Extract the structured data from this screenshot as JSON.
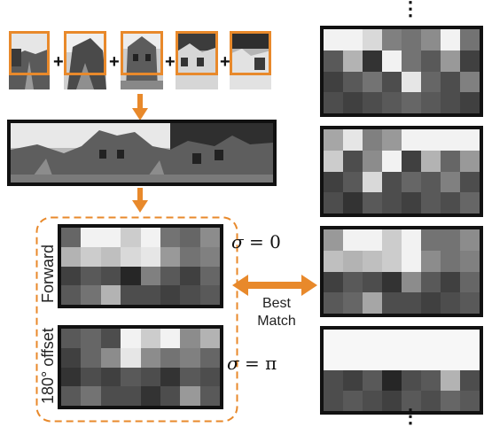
{
  "colors": {
    "accent": "#e8892b",
    "frame": "#111111"
  },
  "labels": {
    "forward": "Forward",
    "offset": "180° offset",
    "sigma_forward_symbol": "σ",
    "sigma_forward_rest": "= 0",
    "sigma_offset_symbol": "σ",
    "sigma_offset_rest": "= π",
    "best": "Best",
    "match": "Match",
    "plus": "+",
    "vdots": "⋮"
  },
  "forward_grid": [
    [
      0.4,
      0.95,
      0.95,
      0.8,
      0.95,
      0.45,
      0.4,
      0.55
    ],
    [
      0.7,
      0.8,
      0.75,
      0.85,
      0.9,
      0.6,
      0.45,
      0.5
    ],
    [
      0.25,
      0.35,
      0.3,
      0.15,
      0.5,
      0.35,
      0.25,
      0.4
    ],
    [
      0.35,
      0.45,
      0.7,
      0.3,
      0.3,
      0.25,
      0.3,
      0.35
    ]
  ],
  "offset_grid": [
    [
      0.35,
      0.4,
      0.3,
      0.95,
      0.8,
      0.95,
      0.55,
      0.7
    ],
    [
      0.25,
      0.4,
      0.55,
      0.9,
      0.55,
      0.45,
      0.5,
      0.4
    ],
    [
      0.2,
      0.3,
      0.25,
      0.35,
      0.3,
      0.2,
      0.35,
      0.3
    ],
    [
      0.35,
      0.45,
      0.3,
      0.3,
      0.2,
      0.3,
      0.6,
      0.35
    ]
  ],
  "database_grids": [
    [
      [
        0.95,
        0.95,
        0.85,
        0.5,
        0.45,
        0.55,
        0.95,
        0.45
      ],
      [
        0.35,
        0.7,
        0.2,
        0.95,
        0.45,
        0.35,
        0.6,
        0.25
      ],
      [
        0.25,
        0.35,
        0.45,
        0.3,
        0.9,
        0.4,
        0.3,
        0.5
      ],
      [
        0.3,
        0.25,
        0.3,
        0.35,
        0.4,
        0.35,
        0.3,
        0.25
      ]
    ],
    [
      [
        0.65,
        0.9,
        0.5,
        0.6,
        0.95,
        0.95,
        0.95,
        0.95
      ],
      [
        0.8,
        0.3,
        0.55,
        0.95,
        0.25,
        0.7,
        0.4,
        0.6
      ],
      [
        0.25,
        0.35,
        0.85,
        0.3,
        0.4,
        0.35,
        0.5,
        0.3
      ],
      [
        0.3,
        0.2,
        0.35,
        0.3,
        0.25,
        0.35,
        0.3,
        0.4
      ]
    ],
    [
      [
        0.6,
        0.95,
        0.95,
        0.8,
        0.95,
        0.45,
        0.45,
        0.55
      ],
      [
        0.75,
        0.7,
        0.75,
        0.8,
        0.95,
        0.55,
        0.45,
        0.5
      ],
      [
        0.25,
        0.35,
        0.3,
        0.2,
        0.55,
        0.35,
        0.25,
        0.4
      ],
      [
        0.35,
        0.4,
        0.65,
        0.3,
        0.3,
        0.25,
        0.3,
        0.35
      ]
    ],
    [
      [
        0.97,
        0.97,
        0.97,
        0.97,
        0.97,
        0.97,
        0.97,
        0.97
      ],
      [
        0.97,
        0.97,
        0.97,
        0.97,
        0.97,
        0.97,
        0.97,
        0.97
      ],
      [
        0.3,
        0.25,
        0.35,
        0.15,
        0.3,
        0.35,
        0.7,
        0.3
      ],
      [
        0.3,
        0.35,
        0.3,
        0.25,
        0.35,
        0.3,
        0.4,
        0.35
      ]
    ]
  ]
}
